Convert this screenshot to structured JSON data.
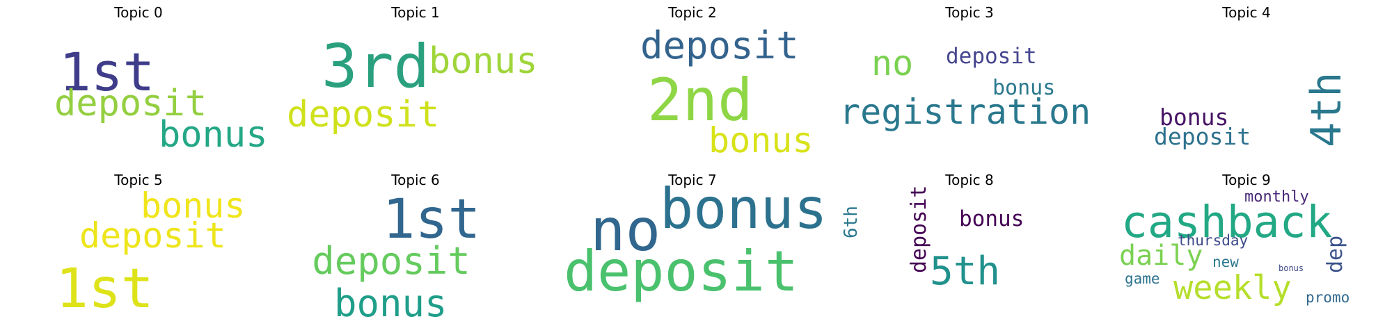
{
  "topics": [
    {
      "title": "Topic 0",
      "words": [
        {
          "text": "1st",
          "color": "#3f3c8a"
        },
        {
          "text": "deposit",
          "color": "#93cf40"
        },
        {
          "text": "bonus",
          "color": "#24a785"
        }
      ]
    },
    {
      "title": "Topic 1",
      "words": [
        {
          "text": "3rd",
          "color": "#2aa07f"
        },
        {
          "text": "bonus",
          "color": "#9fd53a"
        },
        {
          "text": "deposit",
          "color": "#cfe11c"
        }
      ]
    },
    {
      "title": "Topic 2",
      "words": [
        {
          "text": "deposit",
          "color": "#33638d"
        },
        {
          "text": "2nd",
          "color": "#8ed645"
        },
        {
          "text": "bonus",
          "color": "#d8e219"
        }
      ]
    },
    {
      "title": "Topic 3",
      "words": [
        {
          "text": "no",
          "color": "#7ad151"
        },
        {
          "text": "deposit",
          "color": "#46468f"
        },
        {
          "text": "bonus",
          "color": "#2a788e"
        },
        {
          "text": "registration",
          "color": "#2a788e"
        }
      ]
    },
    {
      "title": "Topic 4",
      "words": [
        {
          "text": "4th",
          "color": "#2a788e"
        },
        {
          "text": "bonus",
          "color": "#471465"
        },
        {
          "text": "deposit",
          "color": "#2c718e"
        }
      ]
    },
    {
      "title": "Topic 5",
      "words": [
        {
          "text": "bonus",
          "color": "#f0e51c"
        },
        {
          "text": "deposit",
          "color": "#ede51b"
        },
        {
          "text": "1st",
          "color": "#dde318"
        }
      ]
    },
    {
      "title": "Topic 6",
      "words": [
        {
          "text": "1st",
          "color": "#31668e"
        },
        {
          "text": "deposit",
          "color": "#65cb5e"
        },
        {
          "text": "bonus",
          "color": "#1f9e89"
        }
      ]
    },
    {
      "title": "Topic 7",
      "words": [
        {
          "text": "bonus",
          "color": "#2c728e"
        },
        {
          "text": "no",
          "color": "#31668e"
        },
        {
          "text": "deposit",
          "color": "#4ac16d"
        }
      ]
    },
    {
      "title": "Topic 8",
      "words": [
        {
          "text": "6th",
          "color": "#2a788e"
        },
        {
          "text": "deposit",
          "color": "#440154"
        },
        {
          "text": "bonus",
          "color": "#440154"
        },
        {
          "text": "5th",
          "color": "#21918c"
        }
      ]
    },
    {
      "title": "Topic 9",
      "words": [
        {
          "text": "monthly",
          "color": "#482878"
        },
        {
          "text": "cashback",
          "color": "#22a884"
        },
        {
          "text": "thursday",
          "color": "#3e4a89"
        },
        {
          "text": "dep",
          "color": "#3b528b"
        },
        {
          "text": "daily",
          "color": "#7ad151"
        },
        {
          "text": "new",
          "color": "#2a788e"
        },
        {
          "text": "bonus",
          "color": "#3e4989"
        },
        {
          "text": "game",
          "color": "#2c728e"
        },
        {
          "text": "weekly",
          "color": "#b5de2b"
        },
        {
          "text": "promo",
          "color": "#31688e"
        }
      ]
    }
  ]
}
